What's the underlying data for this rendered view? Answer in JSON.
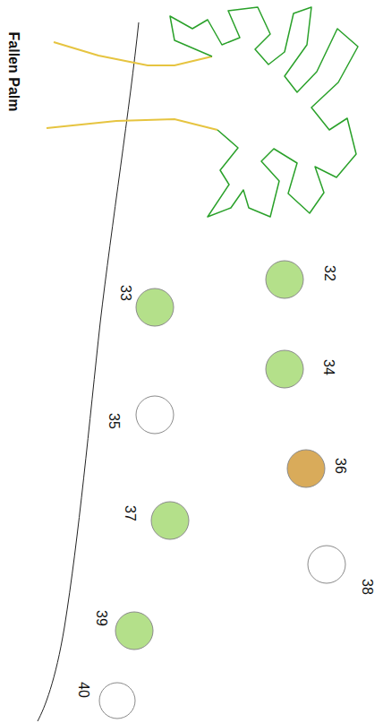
{
  "diagram": {
    "labels": [
      "Fallen Palm",
      "32",
      "33",
      "34",
      "35",
      "36",
      "37",
      "38",
      "39",
      "40"
    ]
  }
}
